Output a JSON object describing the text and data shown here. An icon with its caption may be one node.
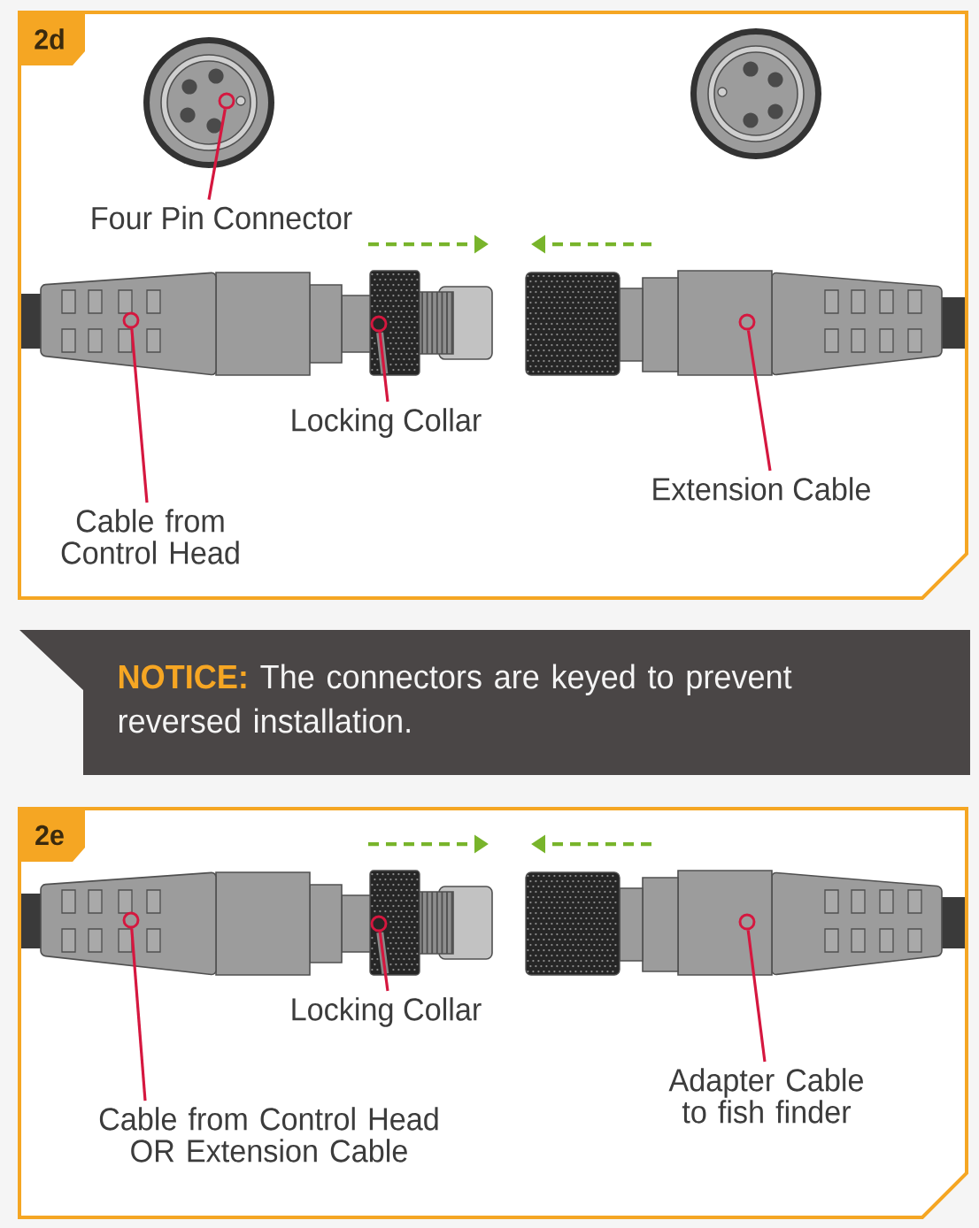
{
  "diagram": {
    "nodes": [
      {
        "text": [
          "2d"
        ]
      },
      {
        "text": [
          "Four Pin Connector"
        ],
        "in": 0
      },
      {
        "text": [],
        "shape": "circle",
        "in": 0
      },
      {
        "text": [
          "Cable from Control Head"
        ],
        "in": 0
      },
      {
        "text": [],
        "shape": "circle",
        "in": 0
      },
      {
        "text": [
          "Locking Collar"
        ],
        "in": 0
      },
      {
        "text": [],
        "shape": "circle",
        "in": 0
      },
      {
        "text": [
          "Extension Cable"
        ],
        "in": 0
      },
      {
        "text": [],
        "shape": "circle",
        "in": 0
      },
      {
        "text": [
          "NOTICE:",
          "The connectors are keyed to prevent reversed installation."
        ]
      },
      {
        "text": [
          "2e"
        ]
      },
      {
        "text": [
          "Cable from Control Head OR Extension Cable"
        ],
        "in": 10
      },
      {
        "text": [],
        "shape": "circle",
        "in": 10
      },
      {
        "text": [
          "Locking Collar"
        ],
        "in": 10
      },
      {
        "text": [],
        "shape": "circle",
        "in": 10
      },
      {
        "text": [
          "Adapter Cable to fish finder"
        ],
        "in": 10
      },
      {
        "text": [],
        "shape": "circle",
        "in": 10
      }
    ],
    "edges": [
      {
        "from": 1,
        "to": 2,
        "arrow": "none"
      },
      {
        "from": 3,
        "to": 4,
        "arrow": "none"
      },
      {
        "from": 5,
        "to": 6,
        "arrow": "none"
      },
      {
        "from": 7,
        "to": 8,
        "arrow": "none"
      },
      {
        "from": 11,
        "to": 12,
        "arrow": "none"
      },
      {
        "from": 13,
        "to": 14,
        "arrow": "none"
      },
      {
        "from": 15,
        "to": 16,
        "arrow": "none"
      }
    ]
  }
}
